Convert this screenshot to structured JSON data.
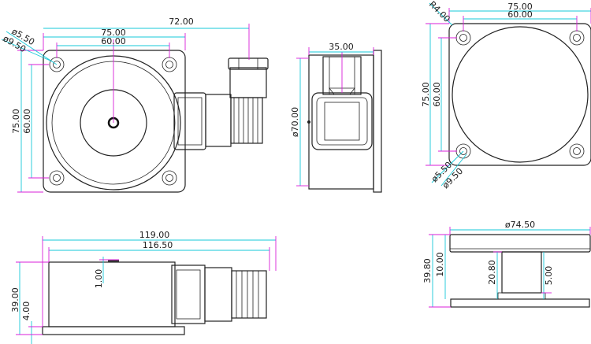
{
  "views": {
    "top": {
      "dims": {
        "overall_length": "72.00",
        "hole_small": "ø5.50",
        "hole_large": "ø9.50",
        "width_outer": "75.00",
        "width_inner": "60.00",
        "height_outer": "75.00",
        "height_inner": "60.00"
      }
    },
    "side": {
      "dims": {
        "depth": "35.00",
        "diameter": "ø70.00"
      }
    },
    "right": {
      "dims": {
        "corner_radius": "R4.00",
        "width_outer": "75.00",
        "width_inner": "60.00",
        "height_outer": "75.00",
        "height_inner": "60.00",
        "hole_small": "ø5.50",
        "hole_large": "ø9.50"
      }
    },
    "front": {
      "dims": {
        "length_total": "119.00",
        "length_body": "116.50",
        "height_total": "39.00",
        "base_thickness": "4.00",
        "top_step": "1.00"
      }
    },
    "profile": {
      "dims": {
        "top_diameter": "ø74.50",
        "height_total": "39.80",
        "top_thickness": "10.00",
        "stem_height": "20.80",
        "stem_gap": "5.00"
      }
    }
  },
  "colors": {
    "dimension_line": "#16c8d8",
    "extension_line": "#d81fd8",
    "outline": "#222222"
  }
}
